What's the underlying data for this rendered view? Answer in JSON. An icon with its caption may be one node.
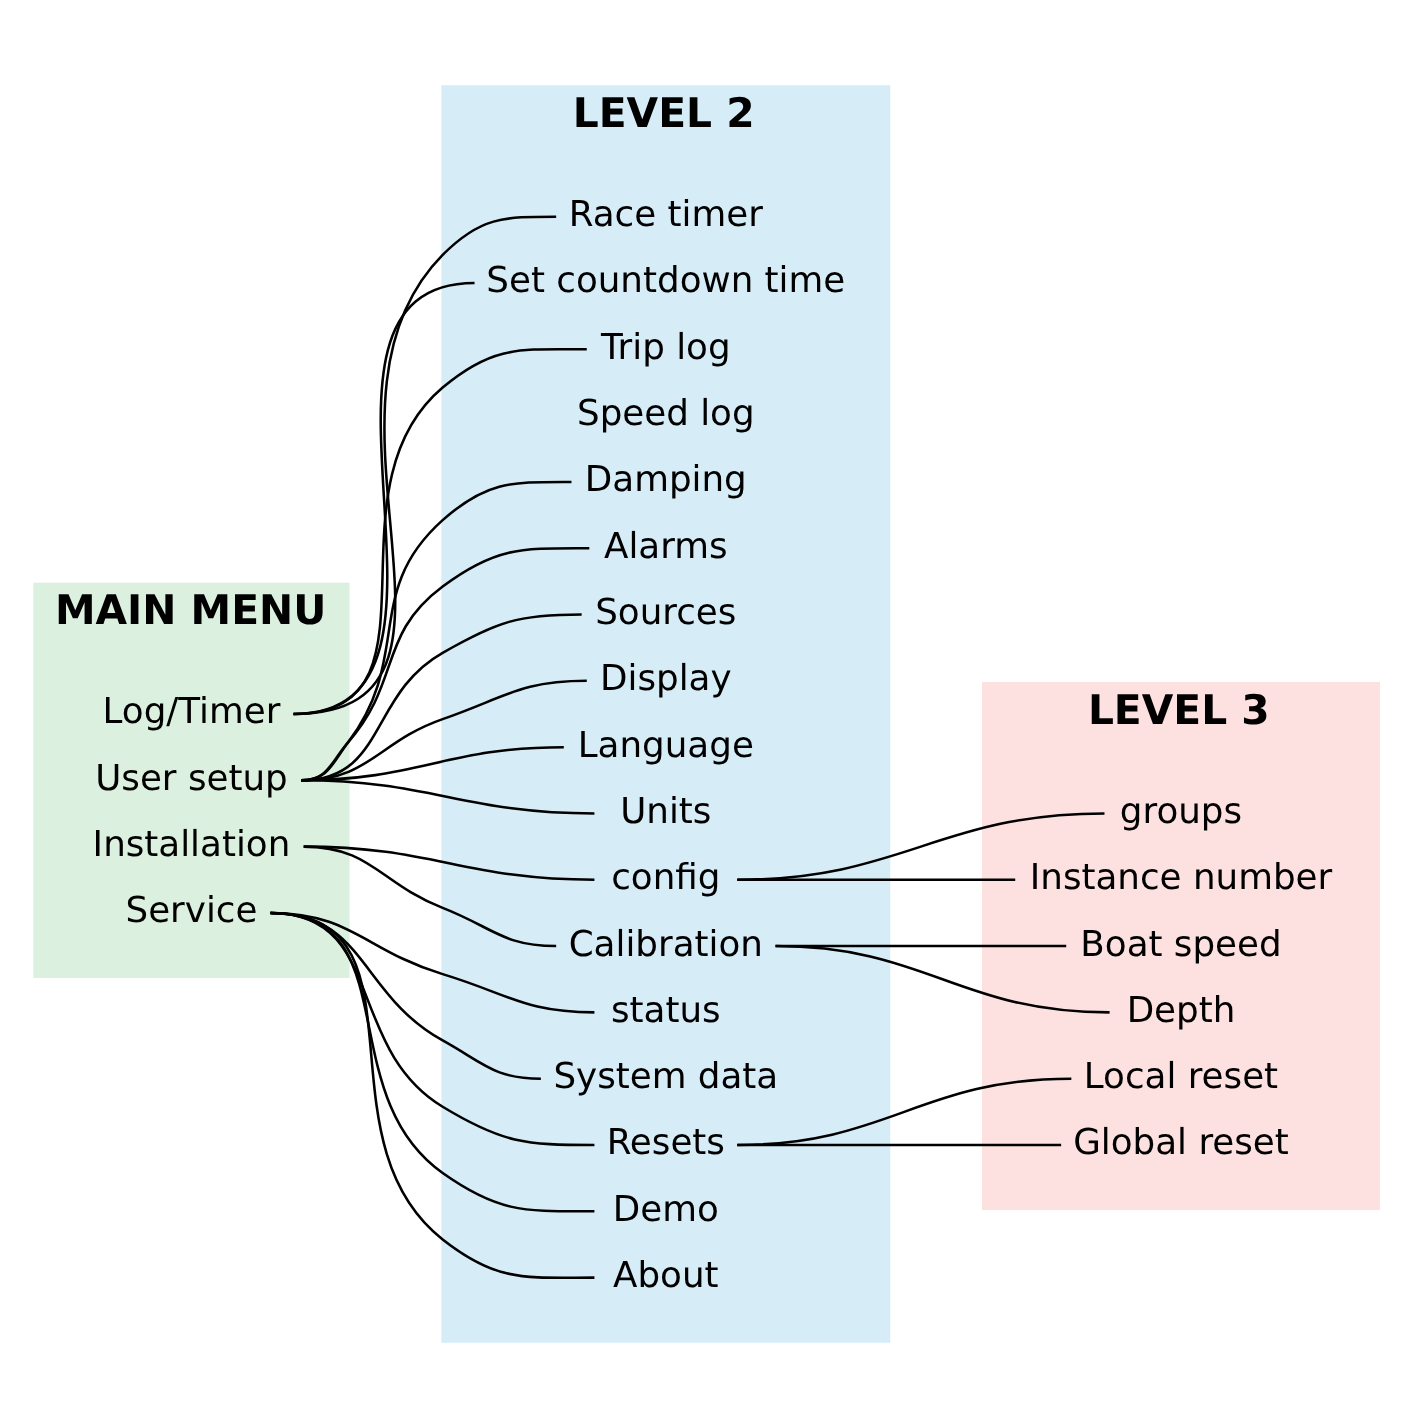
{
  "diagram": {
    "nodes": [
      {
        "text": [
          "MAIN MENU"
        ]
      },
      {
        "text": [
          "LEVEL 2"
        ]
      },
      {
        "text": [
          "LEVEL 3"
        ]
      },
      {
        "text": [
          "Log/Timer"
        ],
        "in": 0
      },
      {
        "text": [
          "User setup"
        ],
        "in": 0
      },
      {
        "text": [
          "Installation"
        ],
        "in": 0
      },
      {
        "text": [
          "Service"
        ],
        "in": 0
      },
      {
        "text": [
          "Race timer"
        ],
        "in": 1
      },
      {
        "text": [
          "Set countdown time"
        ],
        "in": 1
      },
      {
        "text": [
          "Trip log"
        ],
        "in": 1
      },
      {
        "text": [
          "Speed log"
        ],
        "in": 1
      },
      {
        "text": [
          "Damping"
        ],
        "in": 1
      },
      {
        "text": [
          "Alarms"
        ],
        "in": 1
      },
      {
        "text": [
          "Sources"
        ],
        "in": 1
      },
      {
        "text": [
          "Display"
        ],
        "in": 1
      },
      {
        "text": [
          "Language"
        ],
        "in": 1
      },
      {
        "text": [
          "Units"
        ],
        "in": 1
      },
      {
        "text": [
          "config"
        ],
        "in": 1
      },
      {
        "text": [
          "Calibration"
        ],
        "in": 1
      },
      {
        "text": [
          "status"
        ],
        "in": 1
      },
      {
        "text": [
          "System data"
        ],
        "in": 1
      },
      {
        "text": [
          "Resets"
        ],
        "in": 1
      },
      {
        "text": [
          "Demo"
        ],
        "in": 1
      },
      {
        "text": [
          "About"
        ],
        "in": 1
      },
      {
        "text": [
          "groups"
        ],
        "in": 2
      },
      {
        "text": [
          "Instance number"
        ],
        "in": 2
      },
      {
        "text": [
          "Boat speed"
        ],
        "in": 2
      },
      {
        "text": [
          "Depth"
        ],
        "in": 2
      },
      {
        "text": [
          "Local reset"
        ],
        "in": 2
      },
      {
        "text": [
          "Global reset"
        ],
        "in": 2
      }
    ],
    "edges": [
      {
        "from": 3,
        "to": 7,
        "arrow": "none"
      },
      {
        "from": 3,
        "to": 8,
        "arrow": "none"
      },
      {
        "from": 3,
        "to": 9,
        "arrow": "none"
      },
      {
        "from": 4,
        "to": 11,
        "arrow": "none"
      },
      {
        "from": 4,
        "to": 12,
        "arrow": "none"
      },
      {
        "from": 4,
        "to": 13,
        "arrow": "none"
      },
      {
        "from": 4,
        "to": 14,
        "arrow": "none"
      },
      {
        "from": 4,
        "to": 15,
        "arrow": "none"
      },
      {
        "from": 4,
        "to": 16,
        "arrow": "none"
      },
      {
        "from": 5,
        "to": 17,
        "arrow": "none"
      },
      {
        "from": 5,
        "to": 18,
        "arrow": "none"
      },
      {
        "from": 17,
        "to": 24,
        "arrow": "none"
      },
      {
        "from": 17,
        "to": 25,
        "arrow": "none"
      },
      {
        "from": 18,
        "to": 26,
        "arrow": "none"
      },
      {
        "from": 18,
        "to": 27,
        "arrow": "none"
      },
      {
        "from": 6,
        "to": 19,
        "arrow": "none"
      },
      {
        "from": 6,
        "to": 20,
        "arrow": "none"
      },
      {
        "from": 6,
        "to": 21,
        "arrow": "none"
      },
      {
        "from": 6,
        "to": 22,
        "arrow": "none"
      },
      {
        "from": 6,
        "to": 23,
        "arrow": "none"
      },
      {
        "from": 21,
        "to": 28,
        "arrow": "none"
      },
      {
        "from": 21,
        "to": 29,
        "arrow": "none"
      }
    ]
  }
}
